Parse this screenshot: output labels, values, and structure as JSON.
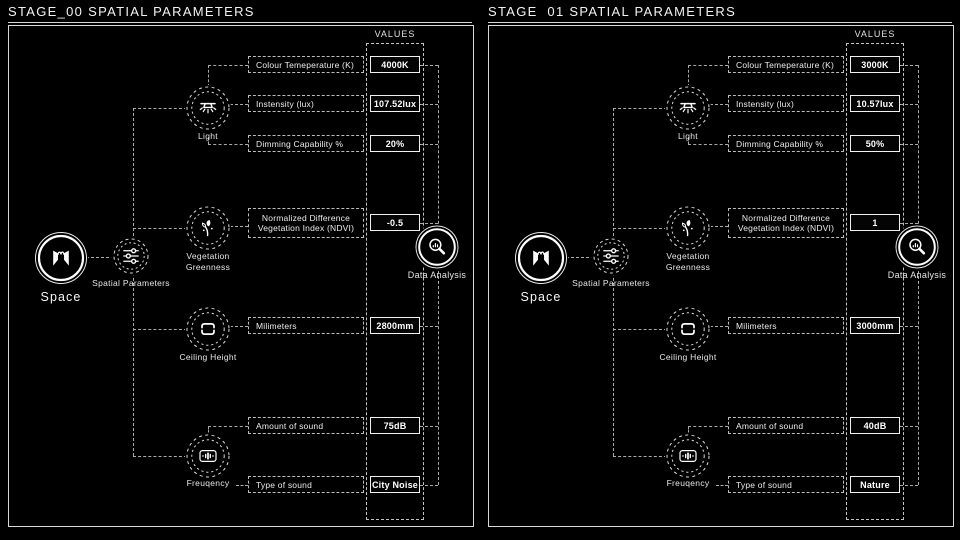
{
  "colors": {
    "background": "#000000",
    "line": "#a9a9a9",
    "text": "#ececec",
    "value_border": "#f1f1f1"
  },
  "panels": [
    {
      "title": "STAGE_00 SPATIAL PARAMETERS",
      "values_header": "VALUES",
      "nodes": {
        "space": "Space",
        "spatial": "Spatial Parameters",
        "light": "Light",
        "vegetation": "Vegetation Greenness",
        "ceiling": "Ceiling Height",
        "frequency": "Freuqency",
        "data": "Data Analysis"
      },
      "params": [
        {
          "label": "Colour Temeperature (K)",
          "value": "4000K"
        },
        {
          "label": "Instensity (lux)",
          "value": "107.52lux"
        },
        {
          "label": "Dimming Capability %",
          "value": "20%"
        },
        {
          "label": "Normalized Difference Vegetation Index (NDVI)",
          "value": "-0.5"
        },
        {
          "label": "Milimeters",
          "value": "2800mm"
        },
        {
          "label": "Amount of sound",
          "value": "75dB"
        },
        {
          "label": "Type of sound",
          "value": "City Noise"
        }
      ]
    },
    {
      "title": "STAGE  01 SPATIAL PARAMETERS",
      "values_header": "VALUES",
      "nodes": {
        "space": "Space",
        "spatial": "Spatial Parameters",
        "light": "Light",
        "vegetation": "Vegetation Greenness",
        "ceiling": "Ceiling Height",
        "frequency": "Freuqency",
        "data": "Data Analysis"
      },
      "params": [
        {
          "label": "Colour Temeperature (K)",
          "value": "3000K"
        },
        {
          "label": "Instensity (lux)",
          "value": "10.57lux"
        },
        {
          "label": "Dimming Capability %",
          "value": "50%"
        },
        {
          "label": "Normalized Difference Vegetation Index (NDVI)",
          "value": "1"
        },
        {
          "label": "Milimeters",
          "value": "3000mm"
        },
        {
          "label": "Amount of sound",
          "value": "40dB"
        },
        {
          "label": "Type of sound",
          "value": "Nature"
        }
      ]
    }
  ]
}
